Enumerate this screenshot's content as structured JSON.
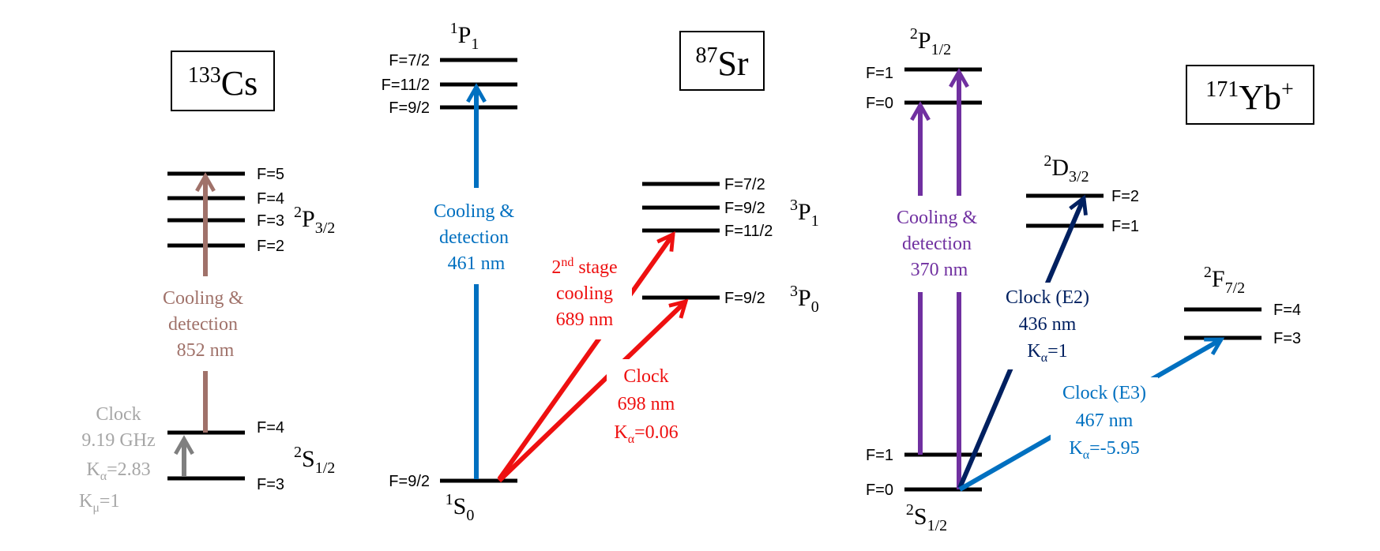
{
  "colors": {
    "black": "#000000",
    "cs_cooling": "#a0726a",
    "cs_clock": "#7f7f7f",
    "cs_text": "#a6a6a6",
    "sr_blue": "#0070c0",
    "red": "#ee1010",
    "purple": "#7030a0",
    "navy": "#002060",
    "yb_blue": "#0070c0"
  },
  "cs": {
    "title": "133Cs",
    "title_sup": "133",
    "title_main": "Cs",
    "upper_state": {
      "sup": "2",
      "main": "P",
      "sub": "3/2"
    },
    "lower_state": {
      "sup": "2",
      "main": "S",
      "sub": "1/2"
    },
    "upper_F": [
      "F=5",
      "F=4",
      "F=3",
      "F=2"
    ],
    "lower_F": [
      "F=4",
      "F=3"
    ],
    "cooling": [
      "Cooling &",
      "detection",
      "852 nm"
    ],
    "clock": {
      "l1": "Clock",
      "l2": "9.19 GHz",
      "ka_pre": "K",
      "ka_sub": "α",
      "ka_post": "=2.83",
      "km_pre": "K",
      "km_sub": "μ",
      "km_post": "=1"
    }
  },
  "sr": {
    "title_sup": "87",
    "title_main": "Sr",
    "p1_state": {
      "sup": "1",
      "main": "P",
      "sub": "1"
    },
    "s0_state": {
      "sup": "1",
      "main": "S",
      "sub": "0"
    },
    "tp1_state": {
      "sup": "3",
      "main": "P",
      "sub": "1"
    },
    "tp0_state": {
      "sup": "3",
      "main": "P",
      "sub": "0"
    },
    "p1_F": [
      "F=7/2",
      "F=11/2",
      "F=9/2"
    ],
    "tp1_F": [
      "F=7/2",
      "F=9/2",
      "F=11/2"
    ],
    "tp0_F": "F=9/2",
    "s0_F": "F=9/2",
    "cooling": [
      "Cooling &",
      "detection",
      "461 nm"
    ],
    "second_stage": {
      "l1_main": "2",
      "l1_sup": "nd",
      "l1_post": " stage",
      "l2": "cooling",
      "l3": "689 nm"
    },
    "clock": {
      "l1": "Clock",
      "l2": "698 nm",
      "ka_pre": "K",
      "ka_sub": "α",
      "ka_post": "=0.06"
    }
  },
  "yb": {
    "title_sup": "171",
    "title_main": "Yb",
    "title_post_sup": "+",
    "p12_state": {
      "sup": "2",
      "main": "P",
      "sub": "1/2"
    },
    "d32_state": {
      "sup": "2",
      "main": "D",
      "sub": "3/2"
    },
    "f72_state": {
      "sup": "2",
      "main": "F",
      "sub": "7/2"
    },
    "s12_state": {
      "sup": "2",
      "main": "S",
      "sub": "1/2"
    },
    "p12_F": [
      "F=1",
      "F=0"
    ],
    "d32_F": [
      "F=2",
      "F=1"
    ],
    "f72_F": [
      "F=4",
      "F=3"
    ],
    "s12_F": [
      "F=1",
      "F=0"
    ],
    "cooling": [
      "Cooling &",
      "detection",
      "370 nm"
    ],
    "e2": {
      "l1": "Clock (E2)",
      "l2": "436 nm",
      "ka_pre": "K",
      "ka_sub": "α",
      "ka_post": "=1"
    },
    "e3": {
      "l1": "Clock (E3)",
      "l2": "467 nm",
      "ka_pre": "K",
      "ka_sub": "α",
      "ka_post": "=-5.95"
    }
  }
}
